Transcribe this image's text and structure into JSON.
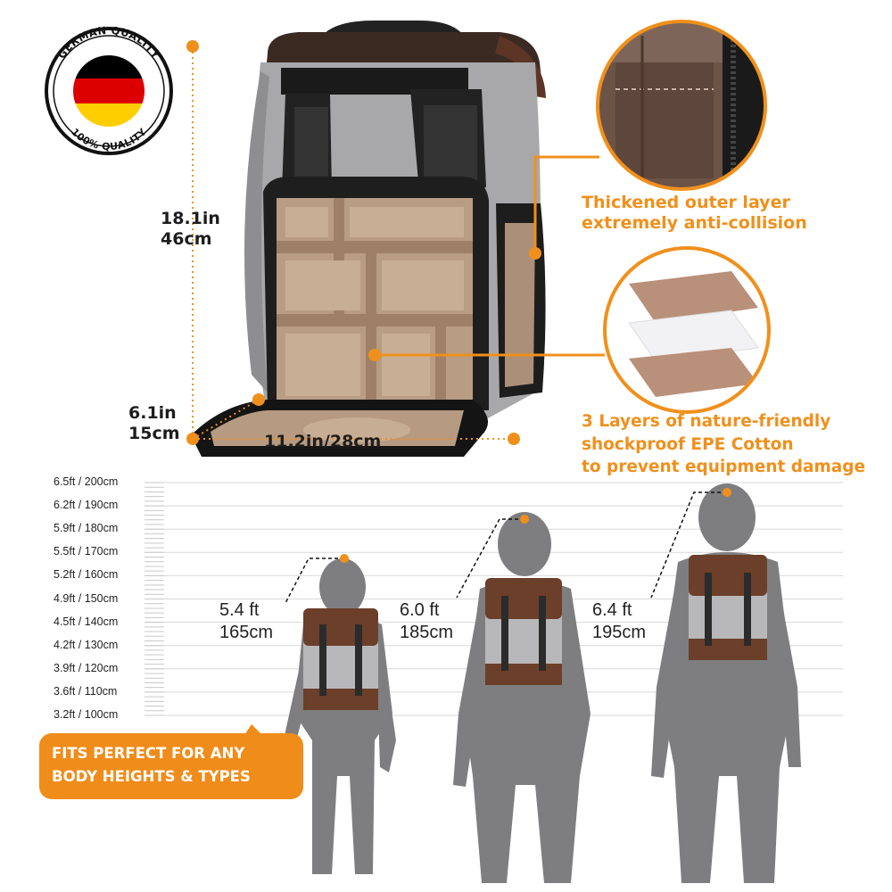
{
  "badge": {
    "top_text": "GERMAN QUALITY",
    "bottom_text": "100% QUALITY",
    "flag_colors": [
      "#000000",
      "#dd0000",
      "#ffce00"
    ]
  },
  "dimensions": {
    "height_in": "18.1in",
    "height_cm": "46cm",
    "depth_in": "6.1in",
    "depth_cm": "15cm",
    "width": "11.2in/28cm"
  },
  "features": {
    "outer_layer": [
      "Thickened outer layer",
      "extremely anti-collision"
    ],
    "epe_layers": [
      "3 Layers of nature-friendly",
      "shockproof EPE Cotton",
      "to prevent equipment damage"
    ]
  },
  "height_scale": [
    "6.5ft / 200cm",
    "6.2ft / 190cm",
    "5.9ft / 180cm",
    "5.5ft / 170cm",
    "5.2ft / 160cm",
    "4.9ft / 150cm",
    "4.5ft / 140cm",
    "4.2ft / 130cm",
    "3.9ft / 120cm",
    "3.6ft / 110cm",
    "3.2ft / 100cm"
  ],
  "people": [
    {
      "ft": "5.4 ft",
      "cm": "165cm"
    },
    {
      "ft": "6.0 ft",
      "cm": "185cm"
    },
    {
      "ft": "6.4 ft",
      "cm": "195cm"
    }
  ],
  "callout": [
    "FITS PERFECT FOR ANY",
    "BODY HEIGHTS & TYPES"
  ],
  "colors": {
    "accent": "#f0901c",
    "bag_gray": "#a9a9ab",
    "bag_brown": "#6b3f2a",
    "interior_tan": "#b99c84",
    "silhouette": "#7e7e80"
  }
}
